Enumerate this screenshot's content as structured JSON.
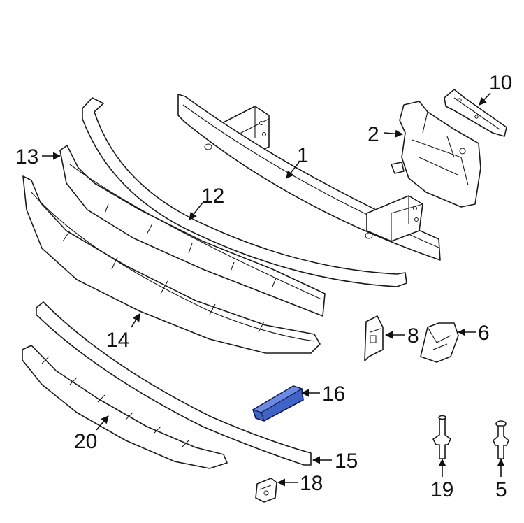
{
  "diagram": {
    "callouts": {
      "c1": "1",
      "c2": "2",
      "c5": "5",
      "c6": "6",
      "c8": "8",
      "c10": "10",
      "c12": "12",
      "c13": "13",
      "c14": "14",
      "c15": "15",
      "c16": "16",
      "c18": "18",
      "c19": "19",
      "c20": "20"
    },
    "highlight_color": "#3f63c6",
    "highlighted_part": "16"
  }
}
